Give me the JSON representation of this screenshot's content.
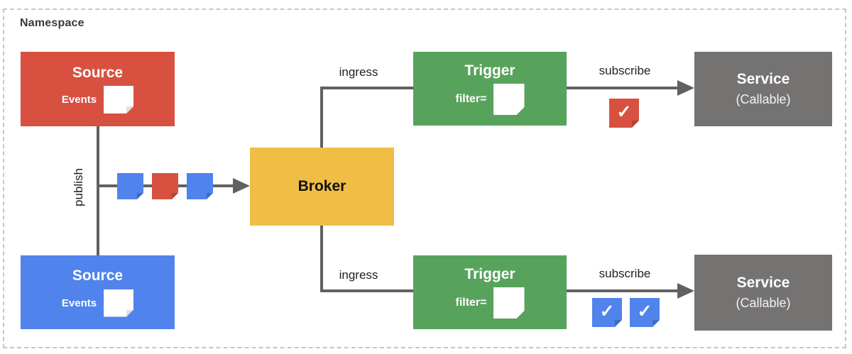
{
  "namespace": {
    "label": "Namespace"
  },
  "colors": {
    "red": "#d85140",
    "blue": "#5083ec",
    "green": "#57a35c",
    "yellow": "#f0be45",
    "gray": "#757272",
    "line": "#616161",
    "dashed_border": "#c7c7c7"
  },
  "nodes": {
    "source_top": {
      "title": "Source",
      "events_label": "Events",
      "color": "red"
    },
    "source_bottom": {
      "title": "Source",
      "events_label": "Events",
      "color": "blue"
    },
    "broker": {
      "title": "Broker",
      "color": "yellow"
    },
    "trigger_top": {
      "title": "Trigger",
      "filter_label": "filter=",
      "filter_color": "red"
    },
    "trigger_bottom": {
      "title": "Trigger",
      "filter_label": "filter=",
      "filter_color": "blue"
    },
    "service_top": {
      "title": "Service",
      "subtitle": "(Callable)"
    },
    "service_bottom": {
      "title": "Service",
      "subtitle": "(Callable)"
    }
  },
  "edges": {
    "publish": {
      "label": "publish"
    },
    "ingress_top": {
      "label": "ingress"
    },
    "ingress_bottom": {
      "label": "ingress"
    },
    "subscribe_top": {
      "label": "subscribe"
    },
    "subscribe_bottom": {
      "label": "subscribe"
    }
  },
  "events": {
    "check_glyph": "✓",
    "publish_stream": [
      "blue",
      "red",
      "blue"
    ],
    "delivered_top": [
      "red"
    ],
    "delivered_bottom": [
      "blue",
      "blue"
    ]
  }
}
